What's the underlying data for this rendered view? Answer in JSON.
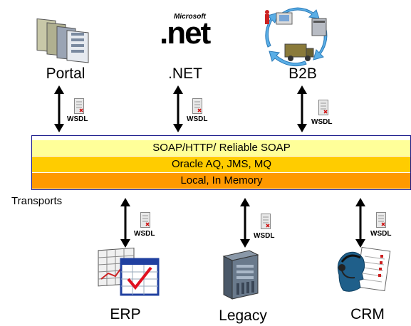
{
  "top_nodes": {
    "portal": {
      "label": "Portal",
      "icon": "portal-screens-icon"
    },
    "dotnet": {
      "label": ".NET",
      "icon": "microsoft-net-logo",
      "logo_small": "Microsoft",
      "logo_big": ".net"
    },
    "b2b": {
      "label": "B2B",
      "icon": "b2b-cycle-icon"
    }
  },
  "bottom_nodes": {
    "erp": {
      "label": "ERP",
      "icon": "erp-chart-checkmark-icon"
    },
    "legacy": {
      "label": "Legacy",
      "icon": "legacy-server-icon"
    },
    "crm": {
      "label": "CRM",
      "icon": "crm-headset-form-icon"
    }
  },
  "wsdl_label": "WSDL",
  "bus": {
    "layers": [
      {
        "label": "SOAP/HTTP/ Reliable SOAP",
        "color": "#ffff99"
      },
      {
        "label": "Oracle AQ, JMS, MQ",
        "color": "#ffcc00"
      },
      {
        "label": "Local, In Memory",
        "color": "#ff9900"
      }
    ],
    "side_label": "Transports"
  }
}
